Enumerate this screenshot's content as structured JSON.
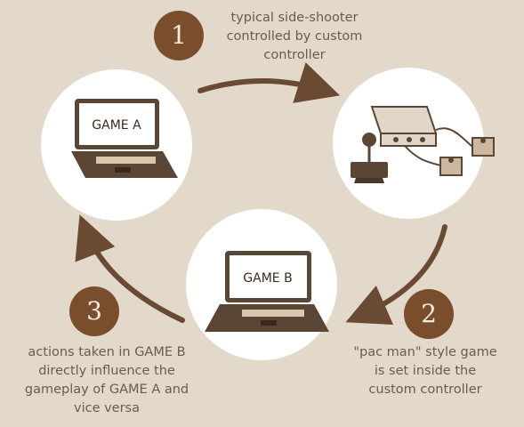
{
  "steps": [
    {
      "number": "1",
      "text": "typical side-shooter\ncontrolled by custom\ncontroller"
    },
    {
      "number": "2",
      "text": "\"pac man\" style game\nis set inside the\ncustom controller"
    },
    {
      "number": "3",
      "text": "actions taken in GAME B\ndirectly influence the\ngameplay of GAME A and\nvice versa"
    }
  ],
  "laptops": {
    "a": {
      "screen_label": "GAME A"
    },
    "b": {
      "screen_label": "GAME B"
    }
  },
  "colors": {
    "background": "#e3d9cb",
    "circle": "#ffffff",
    "accent_brown": "#7a4e2d",
    "arrow": "#6b4a33",
    "text": "#6e5a4b",
    "laptop_dark": "#5b4636",
    "laptop_screen": "#ffffff",
    "controller_base": "#e2d6c8",
    "buttons": "#cbb89f"
  },
  "icons": [
    "laptop-icon",
    "arcade-console-icon",
    "joystick-icon",
    "button-box-icon",
    "curved-arrow-icon"
  ]
}
